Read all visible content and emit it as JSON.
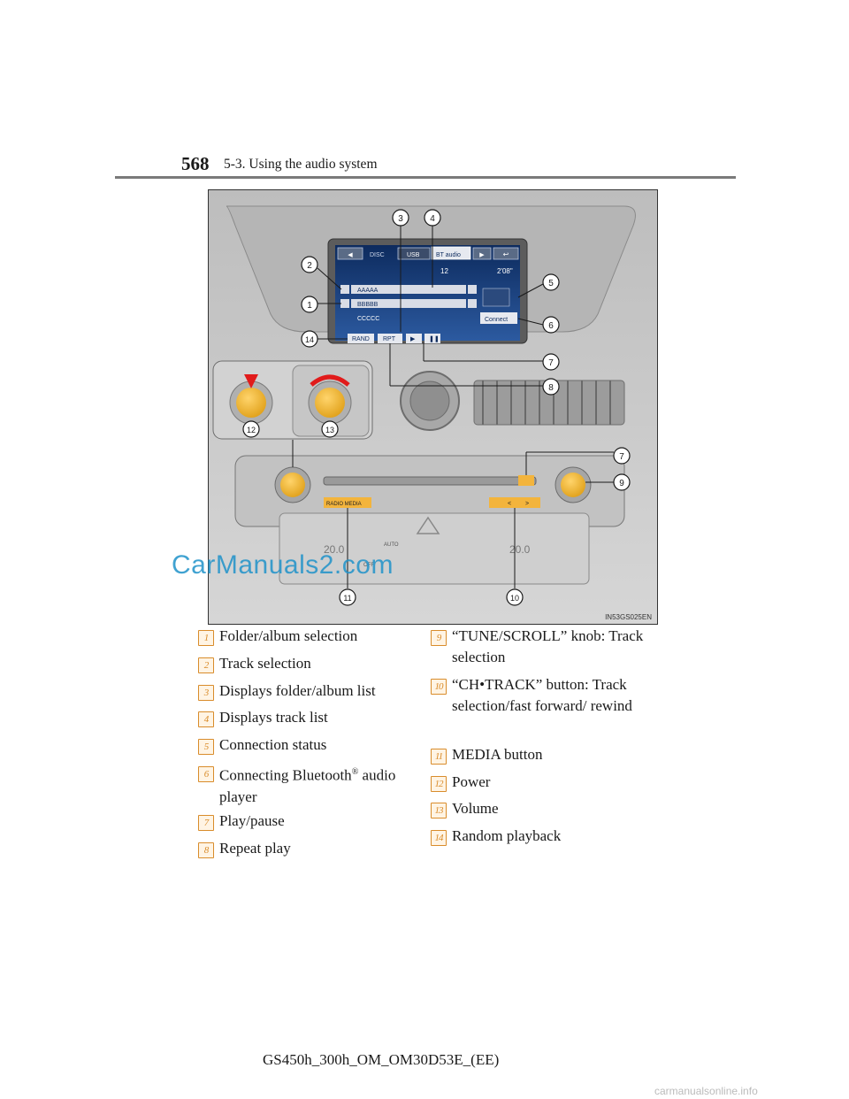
{
  "header": {
    "page_number": "568",
    "section": "5-3. Using the audio system"
  },
  "figure": {
    "screen": {
      "tabs": [
        "DISC",
        "USB",
        "BT audio"
      ],
      "track_number": "12",
      "time": "2'08\"",
      "folder": "AAAAA",
      "track": "BBBBB",
      "artist": "CCCCC",
      "connect_label": "Connect",
      "rand_label": "RAND",
      "rpt_label": "RPT"
    },
    "radio_media_label": "RADIO    MEDIA",
    "temp_left": "20.0",
    "temp_right": "20.0",
    "auto_label": "AUTO",
    "off_label": "OFF",
    "callouts": [
      "1",
      "2",
      "3",
      "4",
      "5",
      "6",
      "7",
      "8",
      "12",
      "13",
      "7",
      "9",
      "11",
      "10"
    ],
    "code": "IN53GS025EN"
  },
  "watermark": "CarManuals2.com",
  "legend_left": [
    {
      "num": "1",
      "text": "Folder/album selection"
    },
    {
      "num": "2",
      "text": "Track selection"
    },
    {
      "num": "3",
      "text": "Displays folder/album list"
    },
    {
      "num": "4",
      "text": "Displays track list"
    },
    {
      "num": "5",
      "text": "Connection status"
    },
    {
      "num": "6",
      "text": "Connecting Bluetooth",
      "sup": "®",
      "text2": " audio player"
    },
    {
      "num": "7",
      "text": "Play/pause"
    },
    {
      "num": "8",
      "text": "Repeat play"
    }
  ],
  "legend_right": [
    {
      "num": "9",
      "text": "“TUNE/SCROLL” knob: Track selection"
    },
    {
      "num": "10",
      "text": "“CH•TRACK” button: Track selection/fast forward/ rewind"
    },
    {
      "num": "11",
      "text": "MEDIA button"
    },
    {
      "num": "12",
      "text": "Power"
    },
    {
      "num": "13",
      "text": "Volume"
    },
    {
      "num": "14",
      "text": "Random playback"
    }
  ],
  "footer": "GS450h_300h_OM_OM30D53E_(EE)",
  "footer_watermark": "carmanualsonline.info"
}
